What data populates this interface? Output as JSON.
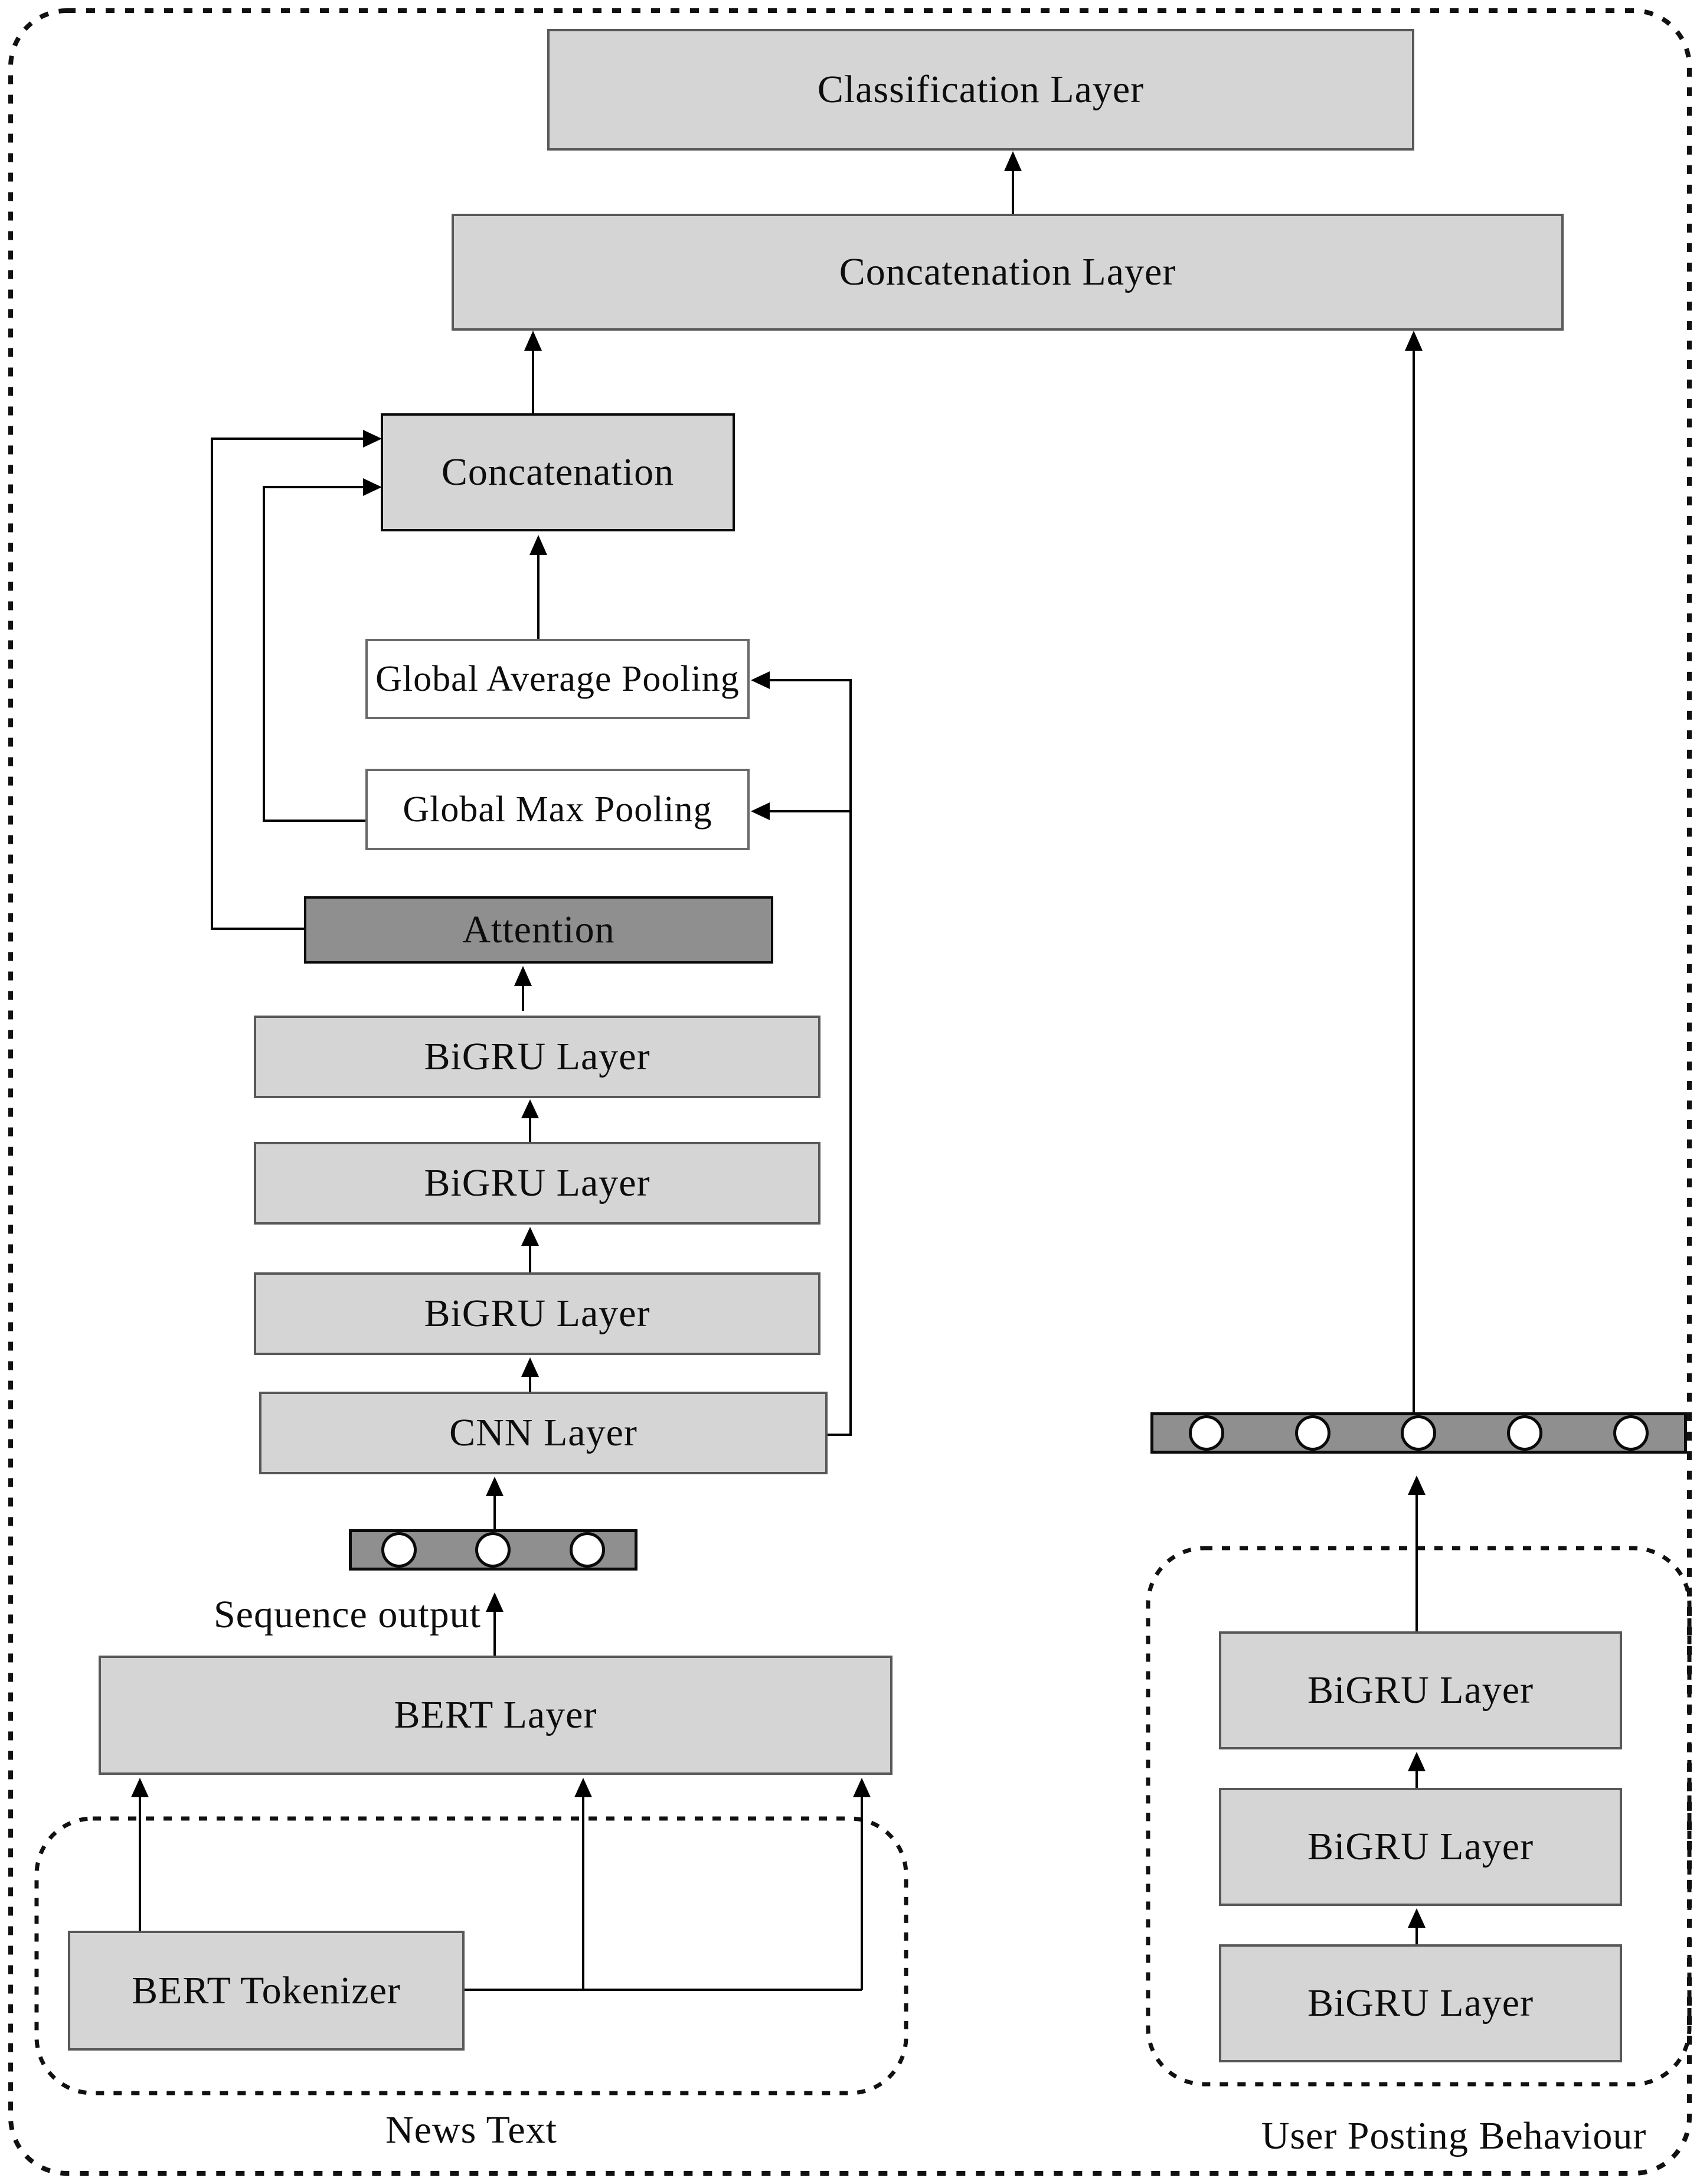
{
  "colors": {
    "light_box_fill": "#d5d5d5",
    "dark_box_fill": "#8f8f8f",
    "light_box_border": "#58585a",
    "outline_box_border": "#6a6a6a",
    "dark_box_border": "#0a0a0a",
    "connector": "#000000",
    "text": "#0d0d0d",
    "background": "#ffffff"
  },
  "nodes": {
    "classification_layer": "Classification Layer",
    "concatenation_layer": "Concatenation Layer",
    "concatenation": "Concatenation",
    "global_average_pooling": "Global Average Pooling",
    "global_max_pooling": "Global Max Pooling",
    "attention": "Attention",
    "news_bigru_stack": [
      "BiGRU Layer",
      "BiGRU Layer",
      "BiGRU Layer"
    ],
    "cnn_layer": "CNN Layer",
    "bert_layer": "BERT Layer",
    "bert_tokenizer": "BERT Tokenizer",
    "user_bigru_stack": [
      "BiGRU Layer",
      "BiGRU Layer",
      "BiGRU Layer"
    ]
  },
  "annotations": {
    "sequence_output": "Sequence output",
    "news_group_label": "News Text",
    "user_group_label": "User Posting Behaviour"
  },
  "embedding_bars": {
    "news_token_count": 3,
    "user_token_count": 5
  }
}
